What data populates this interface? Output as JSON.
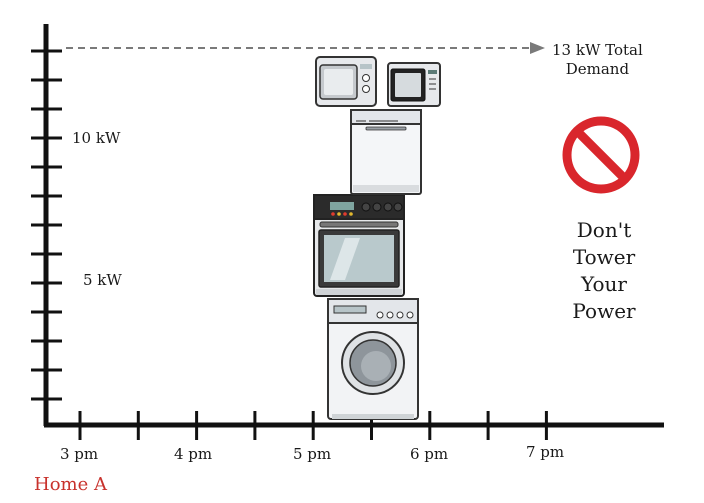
{
  "chart_data": {
    "type": "diagram",
    "y_axis_ticks": [
      {
        "label": "10 kW",
        "value": 10
      },
      {
        "label": "5 kW",
        "value": 5
      }
    ],
    "x_axis_ticks": [
      "3 pm",
      "4 pm",
      "5 pm",
      "6 pm",
      "7 pm"
    ],
    "series_label": "Home A",
    "demand_annotation": {
      "value": 13,
      "line1": "13 kW Total",
      "line2": "Demand"
    },
    "appliance_stack_time": "5 pm",
    "appliances": [
      "washing-machine",
      "oven",
      "dishwasher",
      "microwave",
      "microwave"
    ],
    "slogan": [
      "Don't",
      "Tower",
      "Your",
      "Power"
    ]
  },
  "colors": {
    "axis": "#111111",
    "dashed_line": "#7a7a7a",
    "no_sign": "#d9262c",
    "home_label": "#c8322c"
  }
}
